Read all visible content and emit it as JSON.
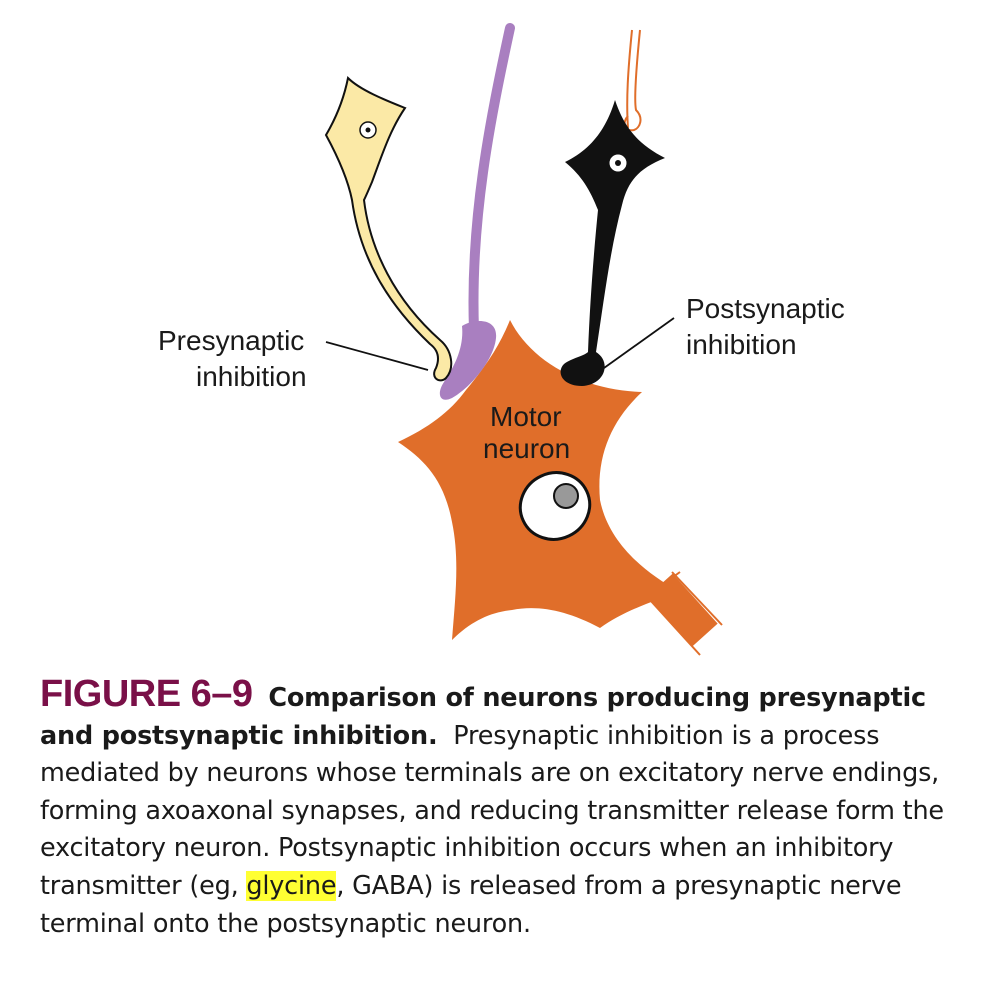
{
  "diagram": {
    "labels": {
      "presynaptic_line1": "Presynaptic",
      "presynaptic_line2": "inhibition",
      "postsynaptic_line1": "Postsynaptic",
      "postsynaptic_line2": "inhibition",
      "motor_line1": "Motor",
      "motor_line2": "neuron"
    },
    "colors": {
      "motor_neuron": "#e06e2a",
      "presynaptic_neuron": "#fbe9a6",
      "excitatory_axon": "#a97fc0",
      "inhibitory_neuron": "#111111",
      "nucleolus": "#999999"
    }
  },
  "caption": {
    "figure_number": "FIGURE 6–9",
    "title": "Comparison of neurons producing presynaptic and postsynaptic inhibition.",
    "body_part1": "Presynaptic inhibition is a process mediated by neurons whose terminals are on excitatory nerve endings, forming axoaxonal synapses, and reducing transmitter release form the excitatory neuron. Postsynaptic inhibition occurs when an inhibitory transmitter (eg, ",
    "highlighted_word": "glycine",
    "body_part2": ", GABA) is released from a presynaptic nerve terminal onto the postsynaptic neuron.",
    "highlight_color": "#ffff33",
    "figure_number_color": "#7a1048"
  }
}
